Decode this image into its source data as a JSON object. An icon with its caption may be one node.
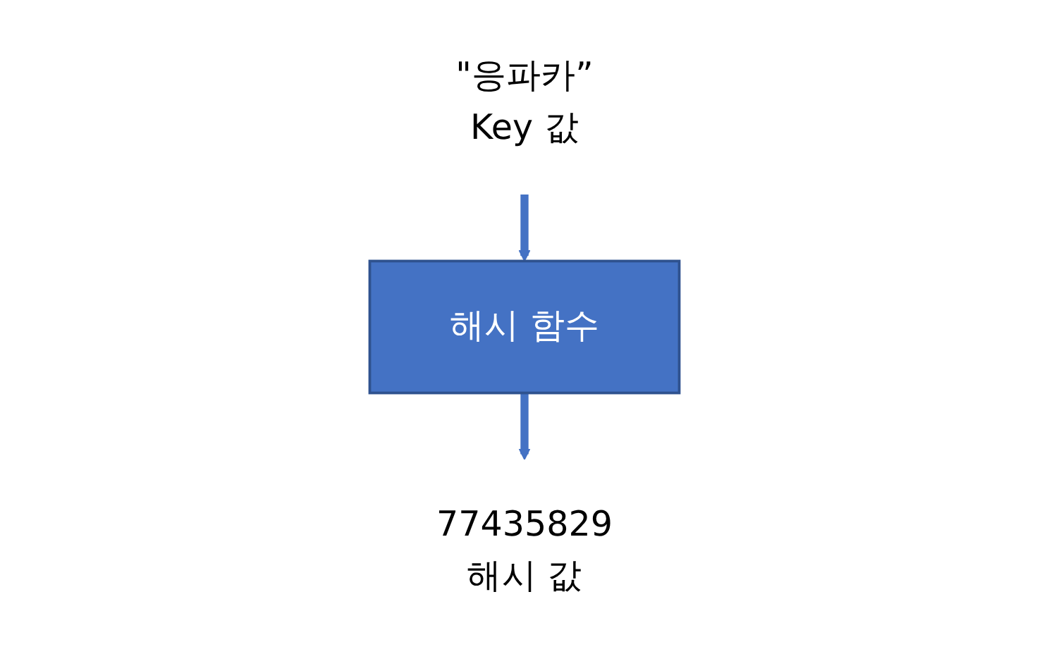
{
  "diagram": {
    "nodes": [
      {
        "text": [
          "Key 값"
        ],
        "beside": [
          "\"응파카”"
        ]
      },
      {
        "text": [
          "해시 함수"
        ]
      },
      {
        "text": [
          "해시 값"
        ],
        "beside": [
          "77435829"
        ]
      }
    ],
    "edges": [
      {
        "from": 0,
        "to": 1,
        "arrow": "to"
      },
      {
        "from": 1,
        "to": 2,
        "arrow": "to"
      }
    ]
  }
}
